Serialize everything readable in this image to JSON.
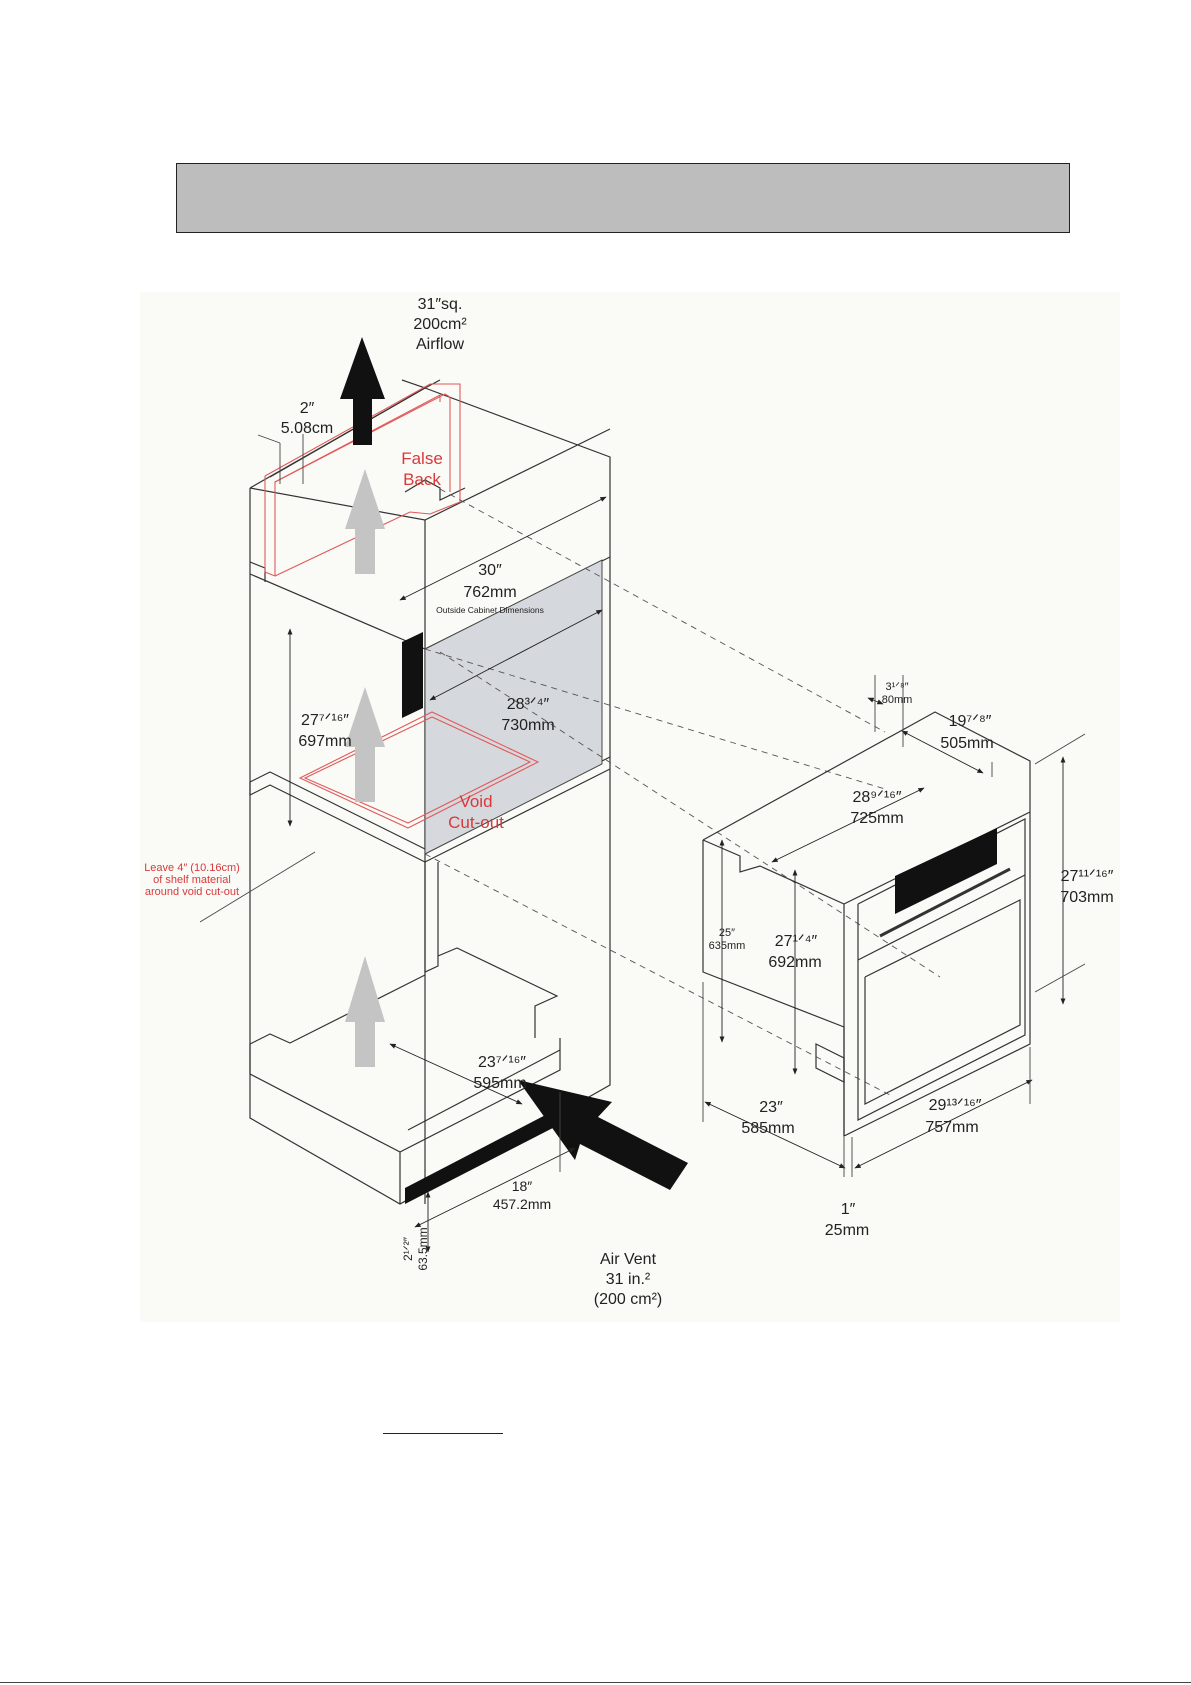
{
  "labels": {
    "airflow_value": "31″sq.",
    "airflow_metric": "200cm²",
    "airflow_word": "Airflow",
    "gap_in": "2″",
    "gap_cm": "5.08cm",
    "false_back_1": "False",
    "false_back_2": "Back",
    "cab_width_in": "30″",
    "cab_width_mm": "762mm",
    "cab_width_note": "Outside Cabinet Dimensions",
    "cut_height_in": "27⁷ᐟ¹⁶″",
    "cut_height_mm": "697mm",
    "cut_width_in": "28³ᐟ⁴″",
    "cut_width_mm": "730mm",
    "void_1": "Void",
    "void_2": "Cut-out",
    "shelf_note_1": "Leave 4″ (10.16cm)",
    "shelf_note_2": "of shelf material",
    "shelf_note_3": "around void cut-out",
    "cut_depth_in": "23⁷ᐟ¹⁶″",
    "cut_depth_mm": "595mm",
    "vent_width_in": "18″",
    "vent_width_mm": "457.2mm",
    "toe_in": "2¹ᐟ²″",
    "toe_mm": "63.5mm",
    "air_vent_1": "Air Vent",
    "air_vent_2": "31 in.²",
    "air_vent_3": "(200 cm²)",
    "oven_panel_in": "3¹ᐟ⁸″",
    "oven_panel_mm": "80mm",
    "oven_top_in": "19⁷ᐟ⁸″",
    "oven_top_mm": "505mm",
    "oven_body_w_in": "28⁹ᐟ¹⁶″",
    "oven_body_w_mm": "725mm",
    "oven_front_h_in": "27¹¹ᐟ¹⁶″",
    "oven_front_h_mm": "703mm",
    "oven_back_h_in": "25″",
    "oven_back_h_mm": "635mm",
    "oven_body_h_in": "27¹ᐟ⁴″",
    "oven_body_h_mm": "692mm",
    "oven_depth_in": "23″",
    "oven_depth_mm": "585mm",
    "oven_front_w_in": "29¹³ᐟ¹⁶″",
    "oven_front_w_mm": "757mm",
    "door_in": "1″",
    "door_mm": "25mm"
  }
}
